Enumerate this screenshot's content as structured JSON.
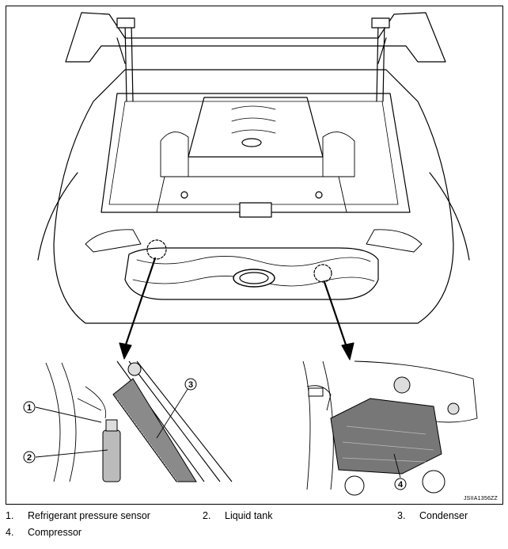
{
  "figure": {
    "id": "JSIIA1356ZZ",
    "callouts": [
      "1",
      "2",
      "3",
      "4"
    ]
  },
  "legend": [
    {
      "num": "1.",
      "text": "Refrigerant pressure sensor"
    },
    {
      "num": "2.",
      "text": "Liquid tank"
    },
    {
      "num": "3.",
      "text": "Condenser"
    },
    {
      "num": "4.",
      "text": "Compressor"
    }
  ]
}
